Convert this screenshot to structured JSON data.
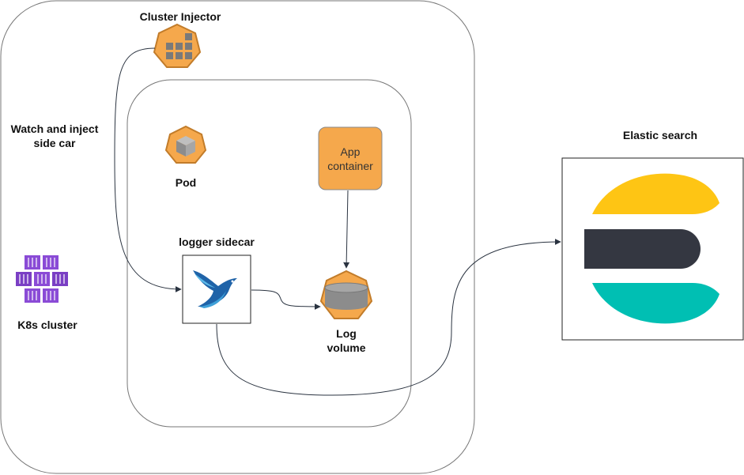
{
  "labels": {
    "cluster_injector": "Cluster Injector",
    "watch_inject": "Watch and inject\nside car",
    "pod": "Pod",
    "logger_sidecar": "logger sidecar",
    "k8s_cluster": "K8s cluster",
    "app_container": "App\ncontainer",
    "log_volume": "Log\nvolume",
    "elastic_search": "Elastic search"
  },
  "colors": {
    "k8s_icon": "#f5a84c",
    "k8s_icon_stroke": "#c27c2a",
    "k8s_icon_fill_inner": "#7a7a7a",
    "azure_purple": "#8a4bd6",
    "elastic_yellow": "#fec514",
    "elastic_dark": "#343741",
    "elastic_teal": "#00bfb3",
    "fluentd_blue": "#1f63a8",
    "container_border": "#666666",
    "arrow": "#2a3340"
  },
  "icons": {
    "cluster_injector": "kubernetes-operator-icon",
    "pod": "kubernetes-pod-icon",
    "log_volume": "kubernetes-volume-icon",
    "k8s_cluster": "azure-kubernetes-icon",
    "logger_sidecar": "fluentd-bird-icon",
    "elastic_search": "elasticsearch-logo-icon"
  }
}
